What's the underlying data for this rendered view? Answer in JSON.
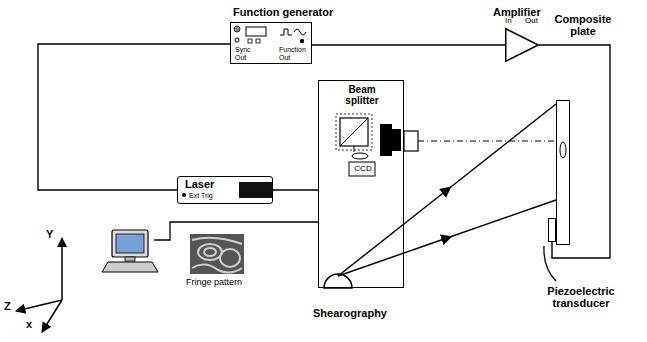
{
  "diagram": {
    "nodes": [
      {
        "text": [
          "Function generator",
          "Sync Out",
          "Function Out"
        ]
      },
      {
        "text": [
          "Amplifier",
          "In",
          "Out"
        ]
      },
      {
        "text": [
          "Laser",
          "Ext Trig"
        ]
      },
      {
        "text": [
          "Beam splitter",
          "CCD",
          "Shearography"
        ]
      },
      {
        "text": [
          "Composite plate"
        ]
      },
      {
        "text": [
          "Piezoelectric transducer"
        ]
      }
    ],
    "edges": [
      {
        "from": 0,
        "to": 2,
        "arrow": "none"
      },
      {
        "from": 0,
        "to": 1,
        "arrow": "none"
      },
      {
        "from": 1,
        "to": 5,
        "arrow": "none"
      },
      {
        "from": 2,
        "to": 3,
        "arrow": "none"
      },
      {
        "from": 3,
        "to": 4,
        "arrow": "to"
      },
      {
        "from": 3,
        "to": 4,
        "arrow": "to"
      }
    ],
    "labels": [
      "Y",
      "Z",
      "x",
      "Fringe pattern"
    ]
  }
}
